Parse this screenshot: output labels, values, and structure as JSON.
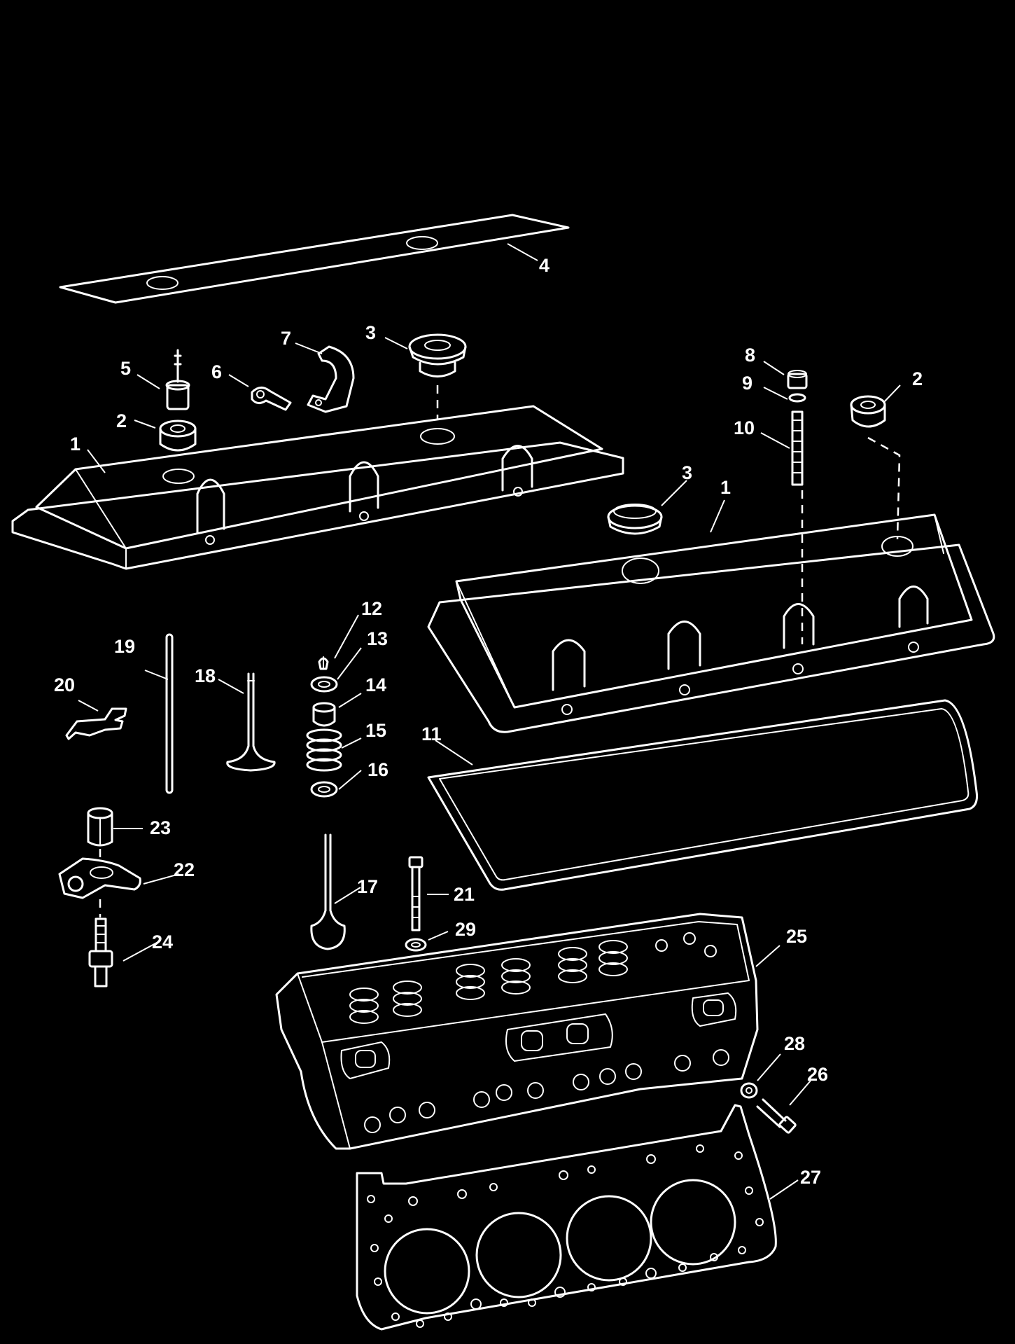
{
  "diagram": {
    "background": "#000000",
    "line_color": "#ffffff",
    "callouts": {
      "c1a": "1",
      "c1b": "1",
      "c2a": "2",
      "c2b": "2",
      "c3a": "3",
      "c3b": "3",
      "c4": "4",
      "c5": "5",
      "c6": "6",
      "c7": "7",
      "c8": "8",
      "c9": "9",
      "c10": "10",
      "c11": "11",
      "c12": "12",
      "c13": "13",
      "c14": "14",
      "c15": "15",
      "c16": "16",
      "c17": "17",
      "c18": "18",
      "c19": "19",
      "c20": "20",
      "c21": "21",
      "c22": "22",
      "c23": "23",
      "c24": "24",
      "c25": "25",
      "c26": "26",
      "c27": "27",
      "c28": "28",
      "c29": "29"
    }
  }
}
